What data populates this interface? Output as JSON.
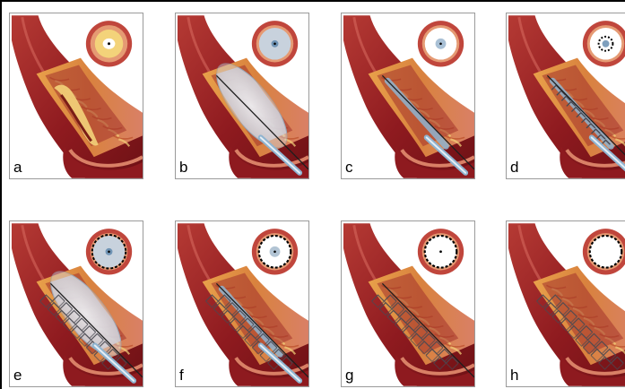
{
  "figure": {
    "panels": [
      {
        "label": "a",
        "stage": "plaque",
        "balloon": "none",
        "stent": "none",
        "wire": false,
        "cross_section": "plaque"
      },
      {
        "label": "b",
        "stage": "balloon-inflated",
        "balloon": "large",
        "stent": "none",
        "wire": true,
        "cross_section": "balloon"
      },
      {
        "label": "c",
        "stage": "balloon-deflated",
        "balloon": "deflated",
        "stent": "none",
        "wire": true,
        "cross_section": "deflated"
      },
      {
        "label": "d",
        "stage": "stent-positioned",
        "balloon": "deflated",
        "stent": "crimped",
        "wire": true,
        "cross_section": "crimped"
      },
      {
        "label": "e",
        "stage": "stent-expanding",
        "balloon": "large",
        "stent": "expanded",
        "wire": true,
        "cross_section": "expanding"
      },
      {
        "label": "f",
        "stage": "balloon-withdrawn",
        "balloon": "deflated",
        "stent": "expanded",
        "wire": true,
        "cross_section": "deployed-catheter"
      },
      {
        "label": "g",
        "stage": "wire-only",
        "balloon": "none",
        "stent": "expanded",
        "wire": true,
        "cross_section": "deployed-wire"
      },
      {
        "label": "h",
        "stage": "final",
        "balloon": "none",
        "stent": "expanded",
        "wire": false,
        "cross_section": "deployed"
      }
    ],
    "colors": {
      "vessel_dark": "#8e1a1f",
      "vessel_mid": "#b53a34",
      "vessel_light": "#d98066",
      "tissue": "#e8a04a",
      "plaque": "#f3d37a",
      "balloon": "#c9d3df",
      "stent": "#4a4a52",
      "catheter": "#8fb4d0",
      "frame": "#000000"
    }
  }
}
